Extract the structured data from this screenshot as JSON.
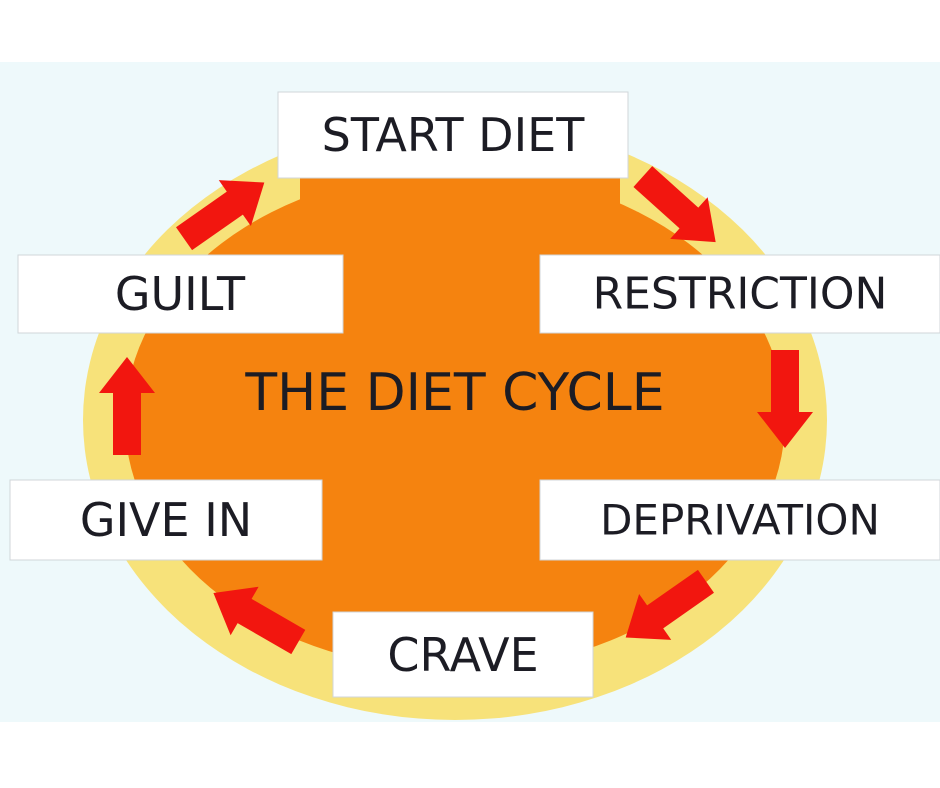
{
  "title": "THE DIET CYCLE",
  "stages": [
    "START DIET",
    "RESTRICTION",
    "DEPRIVATION",
    "CRAVE",
    "GIVE IN",
    "GUILT"
  ],
  "colors": {
    "ring": "#f7e27a",
    "fill": "#f5830f",
    "arrow": "#f2160f",
    "box": "#ffffff",
    "text": "#1c1c24"
  }
}
